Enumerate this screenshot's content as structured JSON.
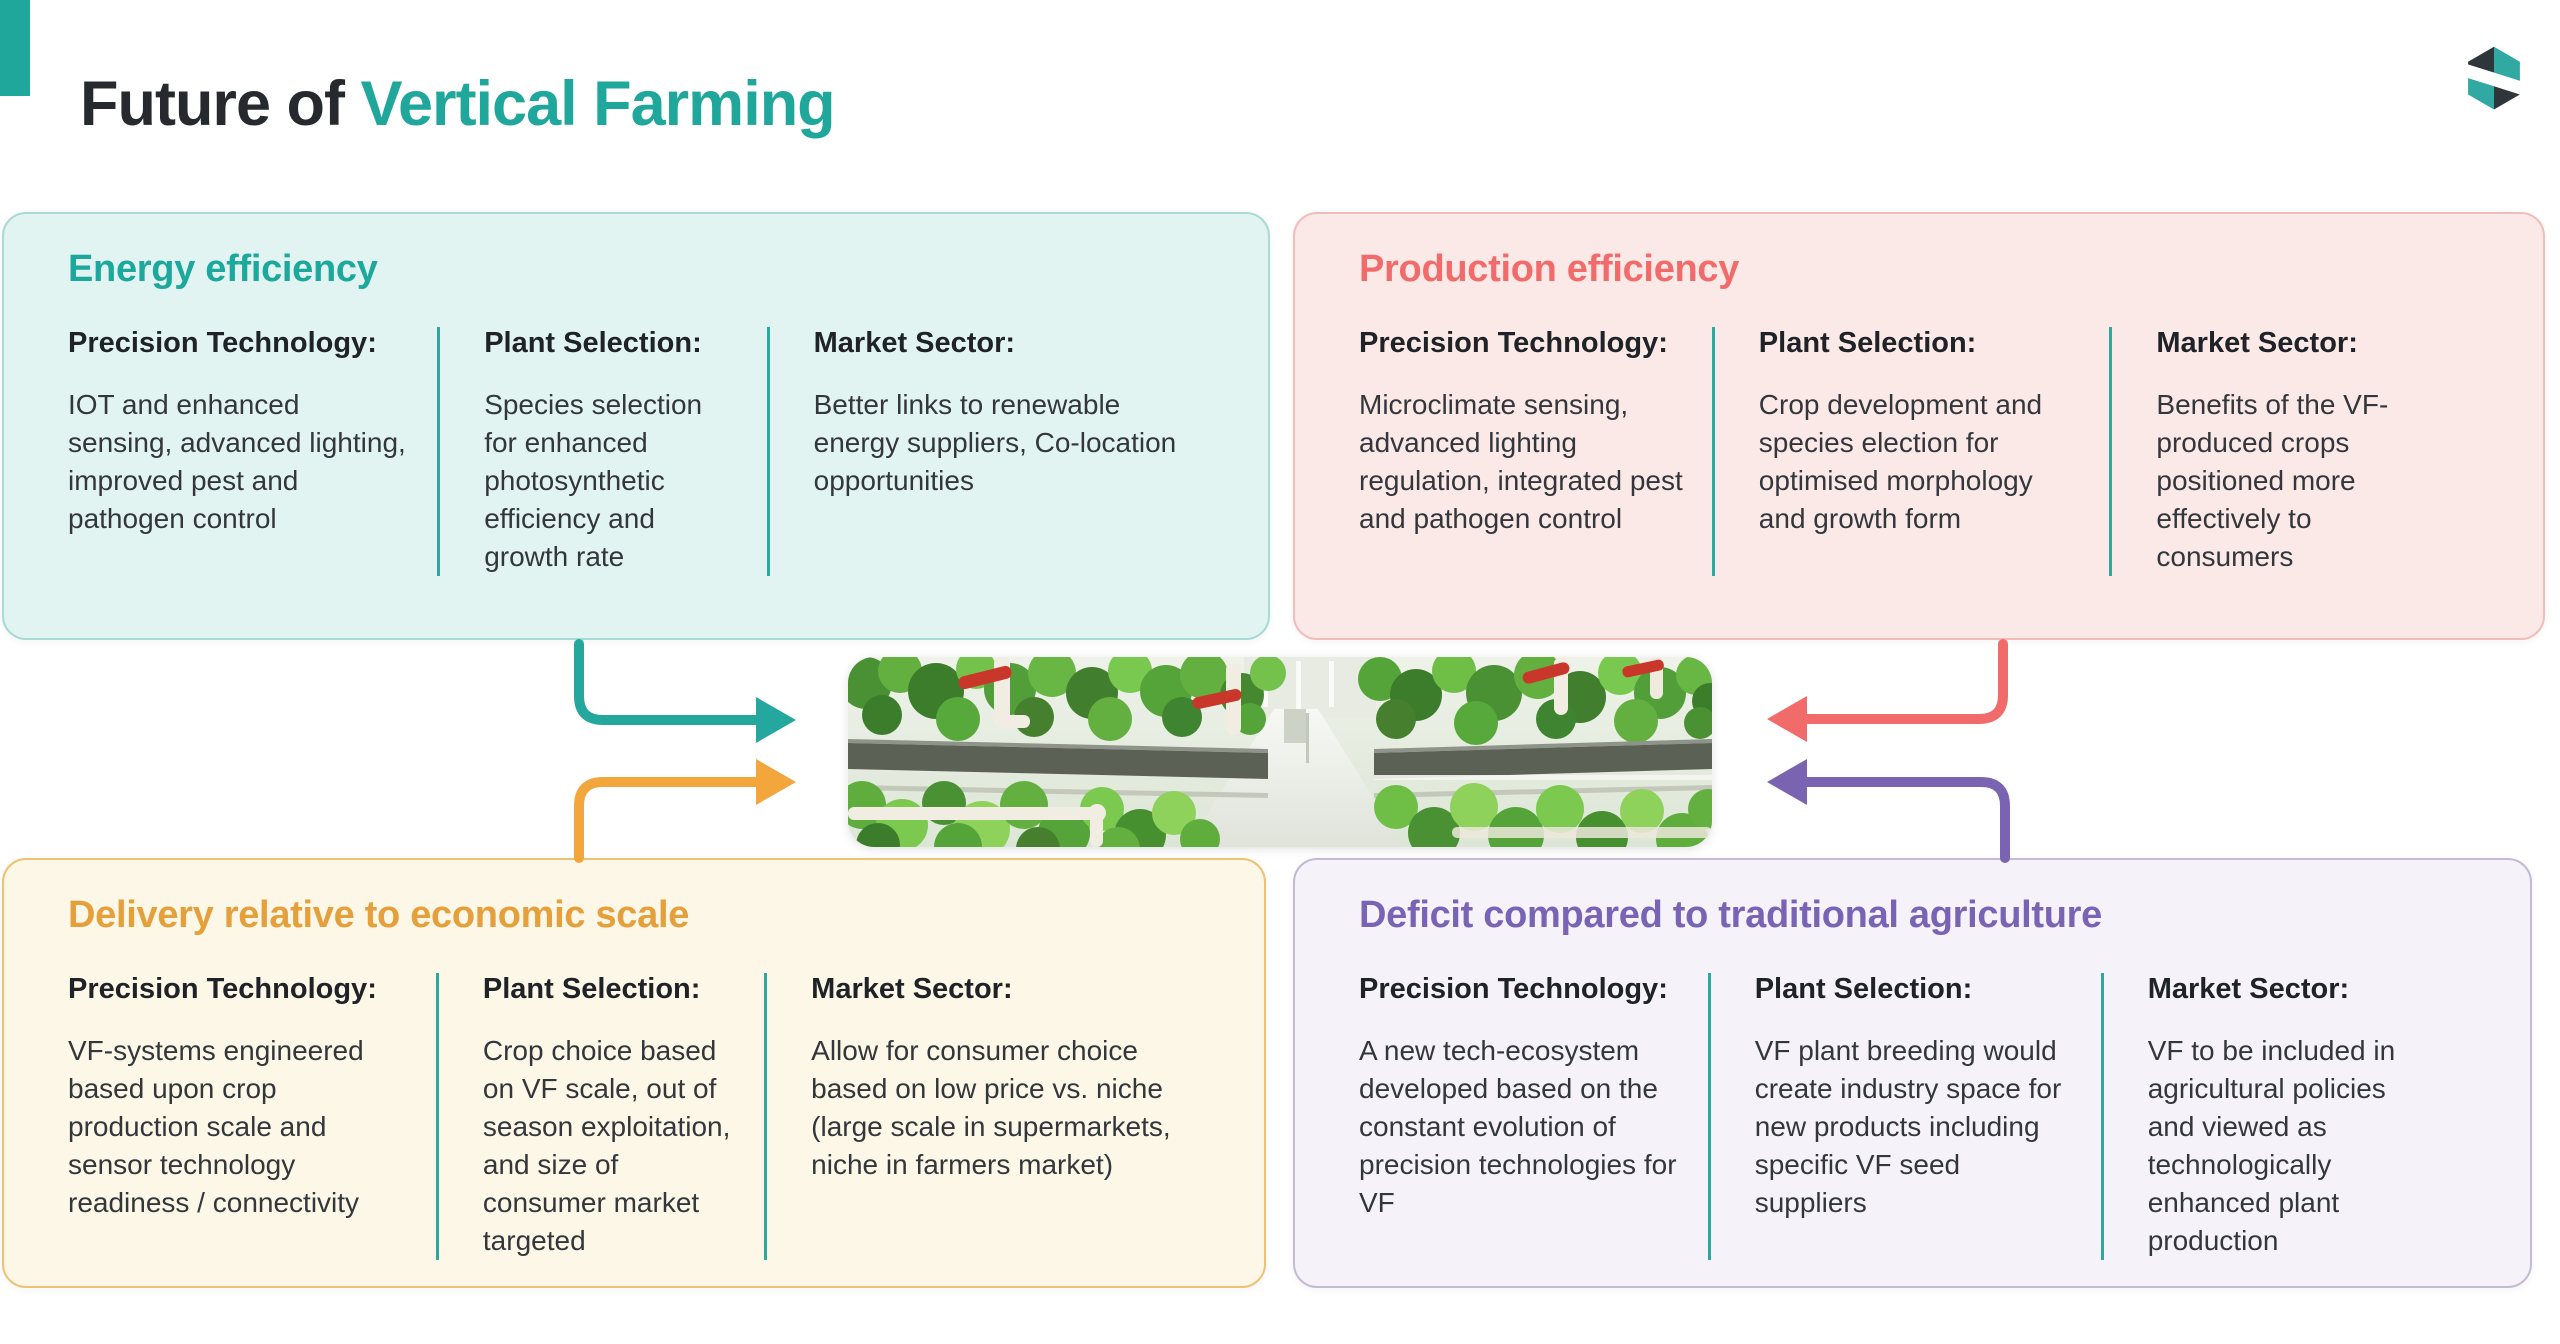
{
  "header": {
    "title_prefix": "Future of",
    "title_highlight": "Vertical Farming",
    "accent_color": "#1fa79c",
    "logo_icon": "teal-dark-hexagon-cube-logo"
  },
  "panels": [
    {
      "id": "energy-efficiency",
      "title": "Energy efficiency",
      "accent": "#1ca89c",
      "background": "#e2f4f1",
      "columns": [
        {
          "label": "Precision Technology:",
          "text": "IOT and enhanced sensing, advanced lighting, improved pest and pathogen control"
        },
        {
          "label": "Plant Selection:",
          "text": "Species selection for enhanced photosynthetic efficiency and growth rate"
        },
        {
          "label": "Market Sector:",
          "text": "Better links to renewable energy suppliers, Co-location opportunities"
        }
      ]
    },
    {
      "id": "production-efficiency",
      "title": "Production efficiency",
      "accent": "#f16b6b",
      "background": "#fbe9e8",
      "columns": [
        {
          "label": "Precision Technology:",
          "text": "Microclimate sensing, advanced lighting regulation, integrated pest and pathogen control"
        },
        {
          "label": "Plant Selection:",
          "text": "Crop development and species election for optimised morphology and growth form"
        },
        {
          "label": "Market Sector:",
          "text": "Benefits of the VF-produced crops positioned more effectively to consumers"
        }
      ]
    },
    {
      "id": "delivery-economic-scale",
      "title": "Delivery relative to economic scale",
      "accent": "#e5a03c",
      "background": "#fcf7e6",
      "columns": [
        {
          "label": "Precision Technology:",
          "text": "VF-systems engineered based upon crop production scale and sensor technology readiness / connectivity"
        },
        {
          "label": "Plant Selection:",
          "text": "Crop choice based on VF scale, out of season exploitation, and size of consumer market targeted"
        },
        {
          "label": "Market Sector:",
          "text": "Allow for consumer choice based on low price vs. niche (large scale in supermarkets, niche in farmers market)"
        }
      ]
    },
    {
      "id": "deficit-traditional-agriculture",
      "title": "Deficit compared to traditional agriculture",
      "accent": "#7963b4",
      "background": "#f5f3f9",
      "columns": [
        {
          "label": "Precision Technology:",
          "text": "A new tech-ecosystem developed based on the constant evolution of precision technologies for VF"
        },
        {
          "label": "Plant Selection:",
          "text": "VF plant breeding would create industry space for new products including specific VF seed suppliers"
        },
        {
          "label": "Market Sector:",
          "text": "VF to be included in agricultural policies and viewed as technologically enhanced plant production"
        }
      ]
    }
  ],
  "arrows": [
    {
      "name": "energy-to-center",
      "color": "#24a79d",
      "direction": "right"
    },
    {
      "name": "delivery-to-center",
      "color": "#f2a63c",
      "direction": "right"
    },
    {
      "name": "production-to-center",
      "color": "#f16b6b",
      "direction": "left"
    },
    {
      "name": "deficit-to-center",
      "color": "#7a64b2",
      "direction": "left"
    }
  ],
  "center_image": {
    "description": "Indoor vertical farm aisle with racks of leafy greens and white irrigation pipes with red valves"
  },
  "divider_color": "#2ba9a1"
}
